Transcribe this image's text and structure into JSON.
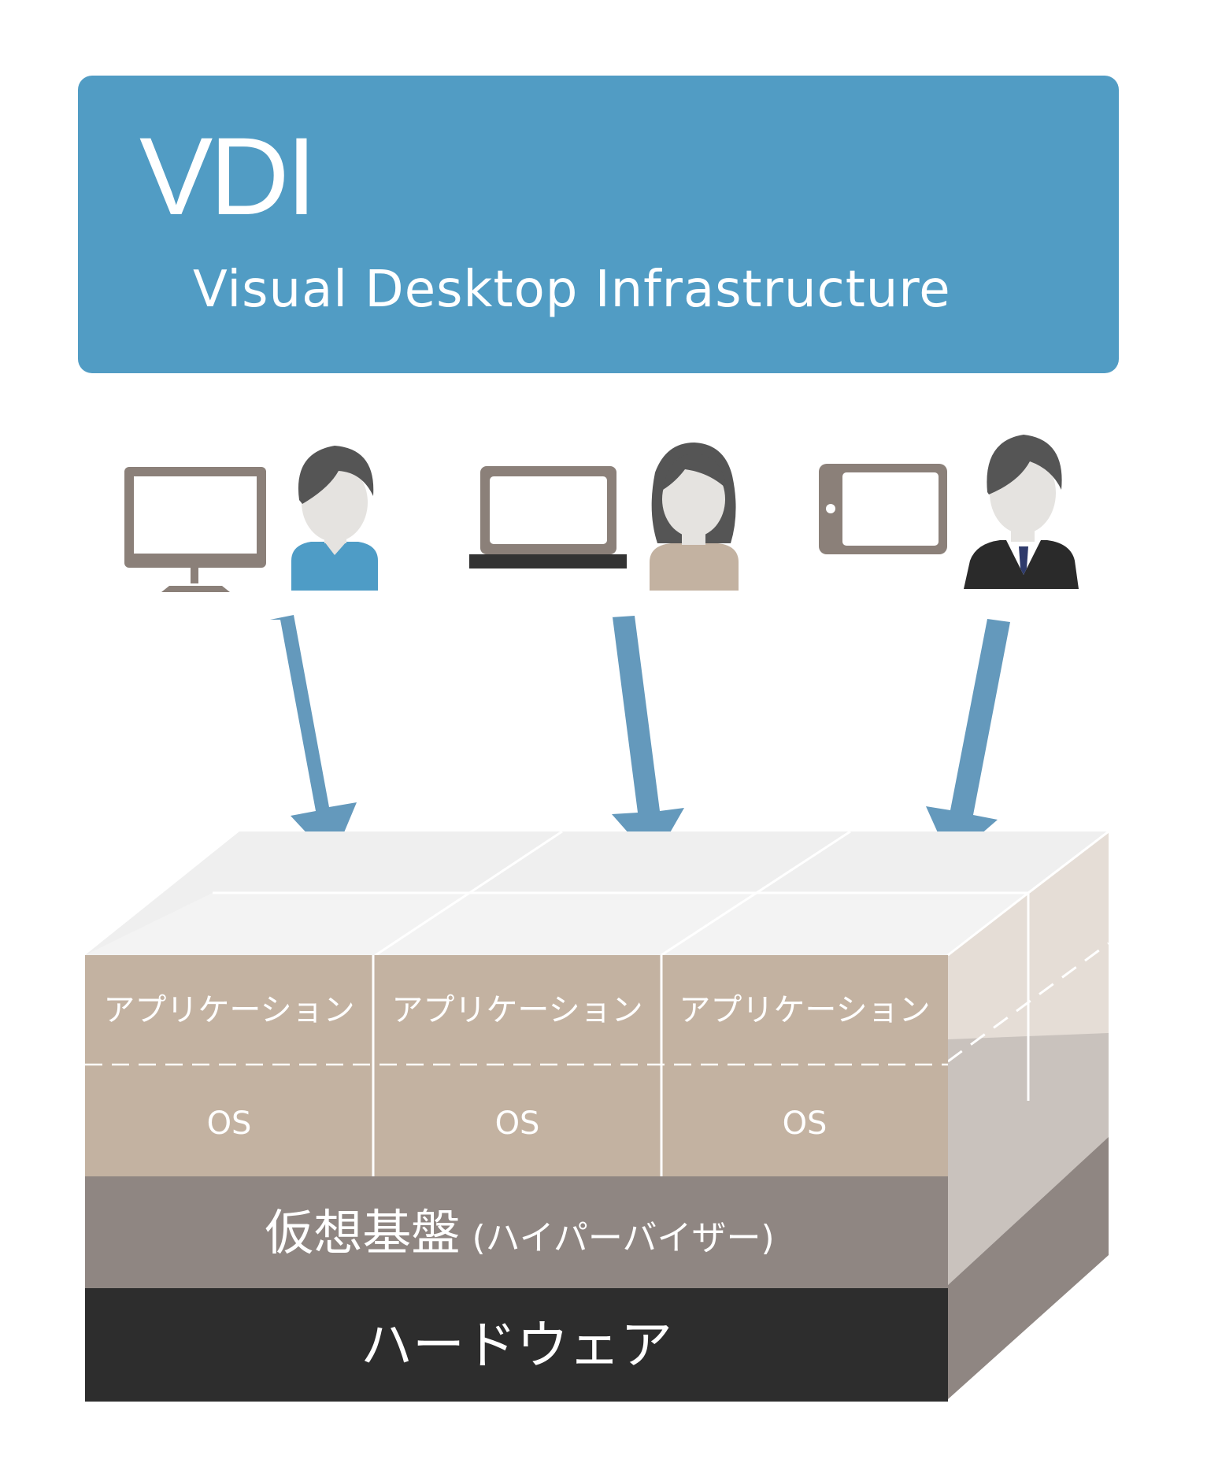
{
  "header": {
    "title": "VDI",
    "subtitle": "Visual Desktop Infrastructure"
  },
  "clients": [
    {
      "device": "monitor-icon",
      "user": "user-icon-male-casual",
      "shirt_color": "#4e9cc6"
    },
    {
      "device": "laptop-icon",
      "user": "user-icon-female",
      "shirt_color": "#c3b2a1"
    },
    {
      "device": "tablet-icon",
      "user": "user-icon-male-suit",
      "shirt_color": "#2a2a2a"
    }
  ],
  "vm_columns": [
    {
      "app_label": "アプリケーション",
      "os_label": "OS"
    },
    {
      "app_label": "アプリケーション",
      "os_label": "OS"
    },
    {
      "app_label": "アプリケーション",
      "os_label": "OS"
    }
  ],
  "hypervisor": {
    "label_main": "仮想基盤",
    "label_sub": "(ハイパーバイザー)"
  },
  "hardware": {
    "label": "ハードウェア"
  },
  "colors": {
    "header_bg": "#519cc4",
    "arrow": "#6499bc",
    "vm_layer": "#c3b2a1",
    "hypervisor_layer": "#8f8682",
    "hardware_layer": "#2d2d2d",
    "device_frame": "#8b8079"
  }
}
